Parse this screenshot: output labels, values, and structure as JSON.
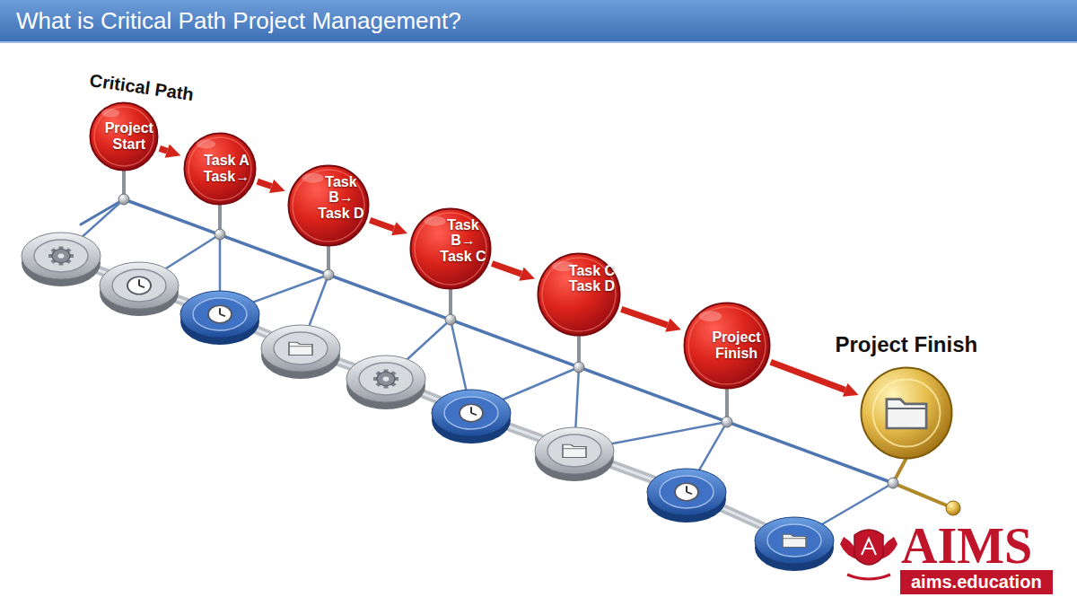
{
  "diagram": {
    "title": "What is Critical Path Project Management?",
    "nodes": [
      {
        "text": [
          "Project Start"
        ]
      },
      {
        "text": [
          "Task A Task→"
        ]
      },
      {
        "text": [
          "Task B→ Task D"
        ]
      },
      {
        "text": [
          "Task B→ Task C"
        ]
      },
      {
        "text": [
          "Task C Task D"
        ]
      },
      {
        "text": [
          "Project Finish"
        ]
      },
      {
        "text": [
          "Project Finish"
        ]
      }
    ],
    "edges": [
      {
        "from": 0,
        "to": 1,
        "arrow": "to"
      },
      {
        "from": 1,
        "to": 2,
        "arrow": "to"
      },
      {
        "from": 2,
        "to": 3,
        "arrow": "to"
      },
      {
        "from": 3,
        "to": 4,
        "arrow": "to"
      },
      {
        "from": 4,
        "to": 5,
        "arrow": "to"
      },
      {
        "from": 5,
        "to": 6,
        "arrow": "to"
      }
    ],
    "labels": [
      "Critical Path",
      "AIMS",
      "aims.education"
    ]
  }
}
